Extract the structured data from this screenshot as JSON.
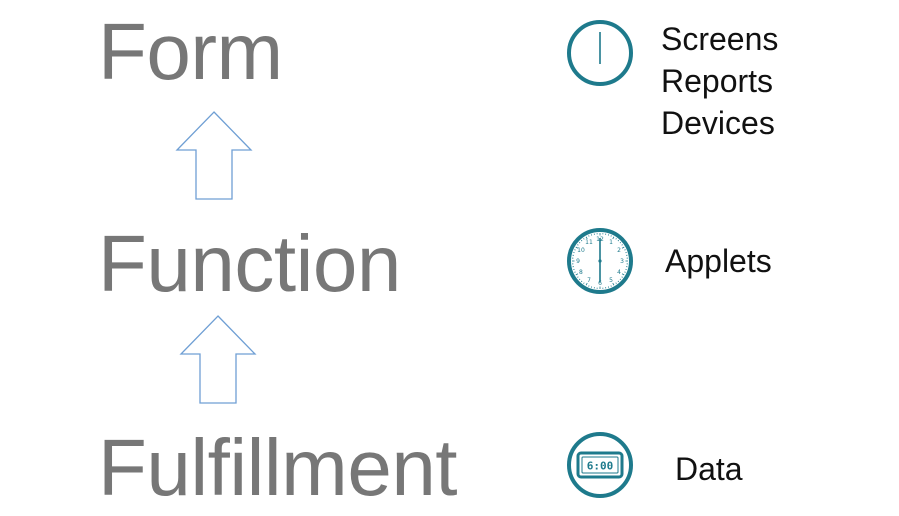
{
  "layers": [
    {
      "title": "Form",
      "labels": [
        "Screens",
        "Reports",
        "Devices"
      ],
      "icon": "analog-clock-icon"
    },
    {
      "title": "Function",
      "labels": [
        "Applets"
      ],
      "icon": "clock-face-icon"
    },
    {
      "title": "Fulfillment",
      "labels": [
        "Data"
      ],
      "icon": "digital-clock-icon"
    }
  ],
  "digital_clock_display": "6:00",
  "clock_face_numbers": [
    "12",
    "1",
    "2",
    "3",
    "4",
    "5",
    "6",
    "7",
    "8",
    "9",
    "10",
    "11"
  ],
  "colors": {
    "title_text": "#777777",
    "label_text": "#111111",
    "icon_teal": "#1e7a8c",
    "arrow_stroke": "#6f9fd4"
  }
}
